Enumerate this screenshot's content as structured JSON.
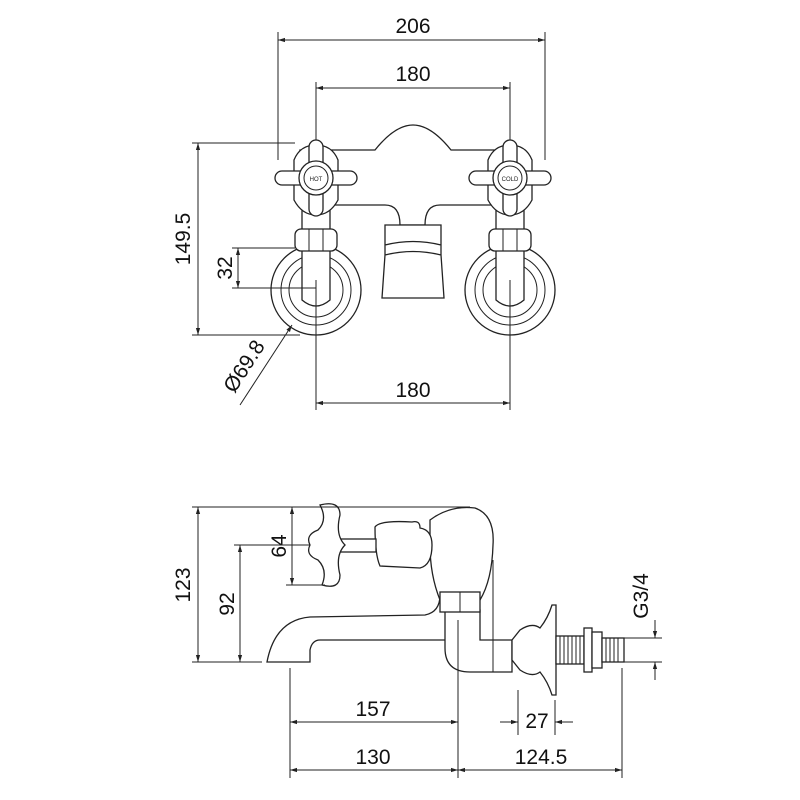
{
  "title": "Bath tap technical drawing",
  "front_view": {
    "overall_width": "206",
    "handle_centres": "180",
    "inlet_centres": "180",
    "height": "149.5",
    "offset": "32",
    "flange_diameter": "Ø69.8",
    "hot_label": "HOT",
    "cold_label": "COLD"
  },
  "side_view": {
    "overall_height": "123",
    "handle_height": "64",
    "spout_height": "92",
    "thread": "G3/4",
    "spout_projection": "157",
    "flange_depth": "27",
    "spout_to_body": "130",
    "body_to_wall": "124.5"
  }
}
